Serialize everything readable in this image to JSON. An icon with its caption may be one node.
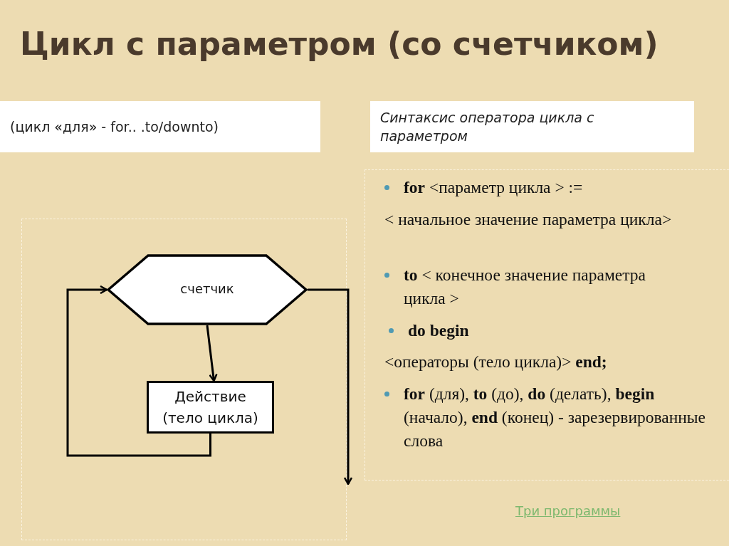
{
  "diagram": {
    "title": "Цикл с параметром (со счетчиком)",
    "nodes": [
      {
        "text": [
          "(цикл «для» - for.. .to/downto)"
        ]
      },
      {
        "text": [
          "Синтаксис оператора цикла с параметром"
        ]
      },
      {
        "text": [
          "счетчик"
        ]
      },
      {
        "text": [
          "Действие (тело цикла)"
        ]
      }
    ],
    "edges": [
      {
        "from": 2,
        "to": 3,
        "arrow": "to"
      },
      {
        "from": 3,
        "to": 2,
        "arrow": "to"
      },
      {
        "from": 2,
        "to": null,
        "arrow": "to"
      }
    ],
    "labels": [
      "**for** <параметр цикла > :=",
      "< начальное значение параметра цикла>",
      "**to** < конечное значение параметра цикла >",
      "do begin",
      "<операторы (тело цикла)> **end;**",
      "**for** (для), **to** (до), **do** (делать), **begin** (начало), **end** (конец) - зарезервированные слова",
      "Три программы"
    ]
  }
}
